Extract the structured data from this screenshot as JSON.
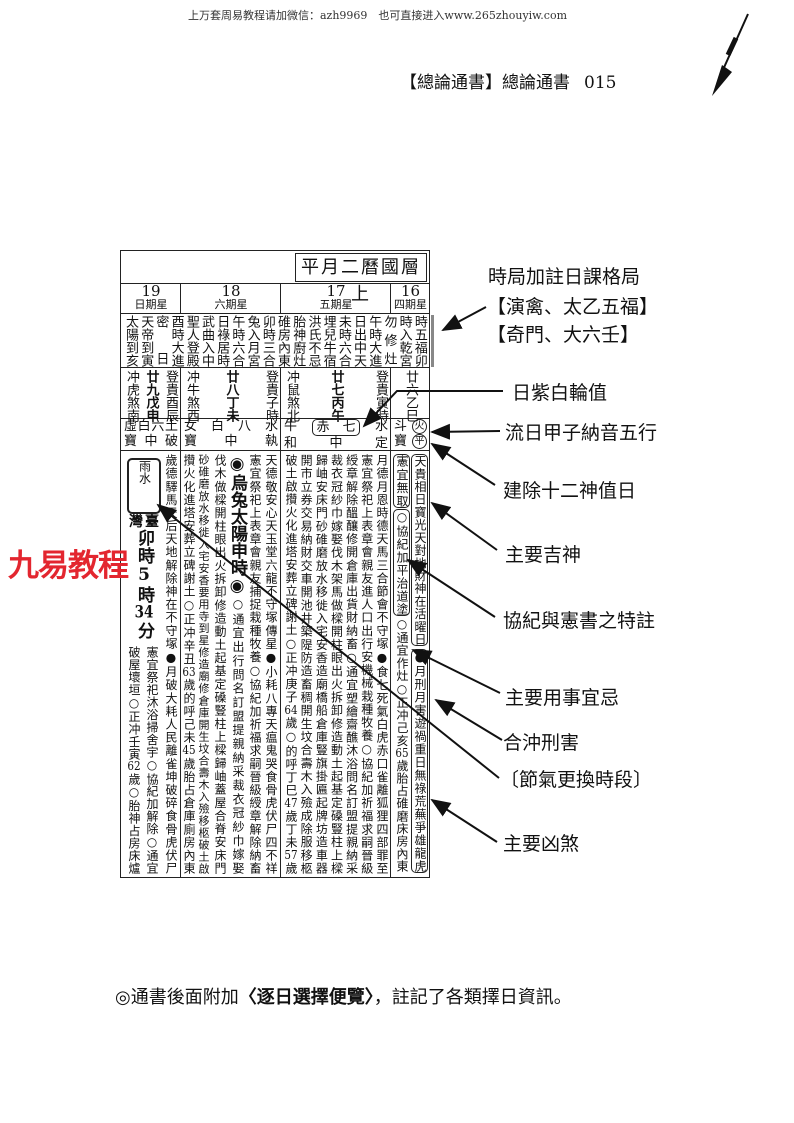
{
  "top_watermark": "上万套周易教程请加微信：azh9969　也可直接进入www.265zhouyiw.com",
  "running_head": {
    "title": "【總論通書】總論通書",
    "page": "015"
  },
  "red_watermark": "九易教程",
  "table": {
    "title": "平月二曆國層上",
    "days": [
      {
        "date": "16",
        "weekday": "四期星"
      },
      {
        "date": "17",
        "weekday": "五期星"
      },
      {
        "date": "18",
        "weekday": "六期星"
      },
      {
        "date": "19",
        "weekday": "日期星"
      }
    ],
    "hour_notes": [
      "時五福卯",
      "時入乾宮",
      "勿修灶",
      "午時大進",
      "日出中天",
      "未時六合",
      "埋兒牛宿",
      "洪氏不忌",
      "胎神廚灶",
      "碓房內東",
      "卯時三合",
      "兔入月宮",
      "午時六合",
      "日祿居時",
      "武曲入中",
      "聖人登殿",
      "酉時大進",
      "密日",
      "天帝到寅",
      "太陽到亥"
    ],
    "ganzhi": {
      "d16": [
        "廿六乙巳"
      ],
      "d17": [
        "登貴寅時",
        "廿七丙午",
        "冲鼠煞北"
      ],
      "d18": [
        "登貴子時",
        "廿八丁未",
        "冲牛煞西"
      ],
      "d19": [
        "登貴酉辰",
        "廿九戊申",
        "冲虎煞南"
      ]
    },
    "stars": {
      "d16": {
        "a": "斗",
        "b": "火",
        "c": "寶",
        "d": "平"
      },
      "d17": {
        "top_left": "牛",
        "zibai": "赤　七",
        "top_right": "水",
        "bottom": [
          "和",
          "中",
          "定"
        ]
      },
      "d18": {
        "top": [
          "女",
          "白",
          "八",
          "水"
        ],
        "bottom": [
          "寶",
          "中",
          "執"
        ]
      },
      "d19": {
        "top": [
          "虛",
          "白",
          "六",
          "土"
        ],
        "bottom": [
          "寶",
          "中",
          "破"
        ]
      }
    },
    "body": {
      "d16": {
        "gods": "天貴相日寶光天對地財神在活曜日",
        "bad": "●月刑月害遊禍重日無祿荒蕪爭雄龍虎",
        "xianshu": "憲宜無取",
        "xieji": "○協紀加平治道塗",
        "rest": "○通宜作灶○正冲己亥65歲胎占碓磨床房內東"
      },
      "d17": [
        "月德月恩時德天馬三合節會不守塚●食七死氣白虎赤口雀離狐狸四部罪至",
        "憲宜祭祀上表章會親友進人口出行安機械栽種牧養○協紀加祈福求嗣晉級",
        "綬章解除醞釀修開倉庫出貨財納畜○通宜塑繪齋醮沐浴問名訂盟提親納采",
        "裁衣冠紗巾嫁娶伐木架馬做樑開柱眼出火拆卸修造動土起基定磉豎柱上樑",
        "歸岫安床門砂碓磨放水移徙入宅安香造廟橋船倉庫豎旗掛匾起牌坊造車器",
        "開市立券交易納財交車開池井築隄防造畜稠開生坟合壽木入殮成除服移柩",
        "破土啟攢火化進塔安葬立碑謝土○正冲庚子64歲○的呼丁巳47歲丁未57歲"
      ],
      "d18": {
        "c1": "天德敬安心天玉堂六龍不守塚傳星●小耗八專天瘟鬼哭食骨虎伏尸四不祥",
        "c2": "憲宜祭祀上表章會親友捕捉栽種牧養○協紀加祈福求嗣晉級綬章解除納畜",
        "c3_big": "◉烏兔太陽申時◉",
        "c3_small": "○通宜出行問名訂盟提親納采裁衣冠紗巾嫁娶",
        "c4": "伐木做樑開柱眼出火拆卸修造動土起基定磉豎柱上樑歸岫蓋屋合脊安床門",
        "c5": "砂碓磨放水移徙入宅安香要用寺到星修造廟修倉庫開生坟合壽木入殮移柩破土啟",
        "c6": "攢火化進塔安葬立碑謝土○正冲辛丑63歲的呼己未45歲胎占倉庫廁房內東"
      },
      "d19": {
        "c1": "歲德驛馬天后天地解除神在不守塚●月破大耗人民離雀坤破碎食骨虎伏尸",
        "solar_term": "雨水",
        "place": "灣臺",
        "term_time": "卯時5時34分",
        "c2": "憲宜祭祀沐浴掃舍宇○協紀加解除○通宜",
        "c3": "破屋壞垣○正冲壬寅62歲○胎神占房床爐"
      }
    }
  },
  "annotations": {
    "a1": "時局加註日課格局",
    "a1b": "【演禽、太乙五福】",
    "a1c": "【奇門、大六壬】",
    "a2": "日紫白輪值",
    "a3": "流日甲子納音五行",
    "a4": "建除十二神值日",
    "a5": "主要吉神",
    "a6": "協紀與憲書之特註",
    "a7": "主要用事宜忌",
    "a8": "合沖刑害",
    "a9": "〔節氣更換時段〕",
    "a10": "主要凶煞"
  },
  "footer": {
    "prefix": "◎通書後面附加",
    "book": "〈逐日選擇便覽〉",
    "suffix": "，註記了各類擇日資訊。"
  }
}
